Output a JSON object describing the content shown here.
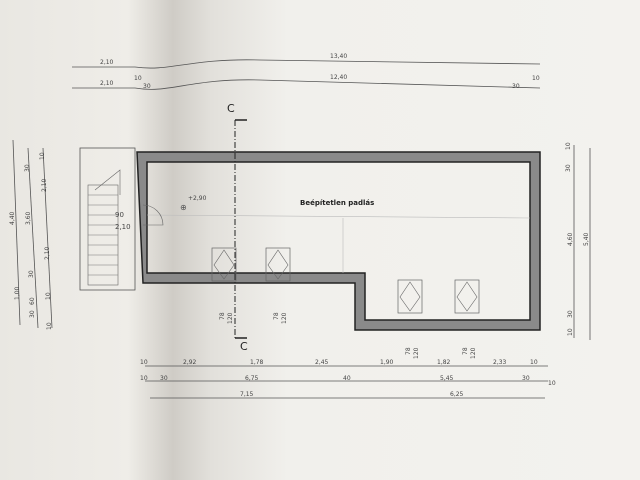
{
  "room": {
    "name": "Beépítetlen padlás",
    "level": "+2,90"
  },
  "stair": {
    "width": "90",
    "height": "2,10"
  },
  "section_marks": [
    "C",
    "C"
  ],
  "windows": [
    {
      "w": "78",
      "h": "120"
    },
    {
      "w": "78",
      "h": "120"
    },
    {
      "w": "78",
      "h": "120"
    },
    {
      "w": "78",
      "h": "120"
    }
  ],
  "top_dims": {
    "row1": [
      "2,10",
      "13,40"
    ],
    "row2": [
      "2,10",
      "10",
      "30",
      "12,40",
      "30",
      "10"
    ]
  },
  "bottom_dims": {
    "row1": [
      "10",
      "2,92",
      "1,78",
      "2,45",
      "1,90",
      "1,82",
      "2,33",
      "10"
    ],
    "row2": [
      "10",
      "30",
      "6,75",
      "40",
      "5,45",
      "30",
      "10"
    ],
    "row3": [
      "7,15",
      "6,25"
    ]
  },
  "left_dims": {
    "col1": [
      "4,40",
      "1,00"
    ],
    "col2": [
      "30",
      "3,60",
      "30",
      "60",
      "30"
    ],
    "col3": [
      "10",
      "2,10",
      "2,10",
      "10",
      "10"
    ]
  },
  "right_dims": {
    "col1": [
      "10",
      "30",
      "4,60",
      "30",
      "10"
    ],
    "col2": [
      "5,40"
    ]
  }
}
